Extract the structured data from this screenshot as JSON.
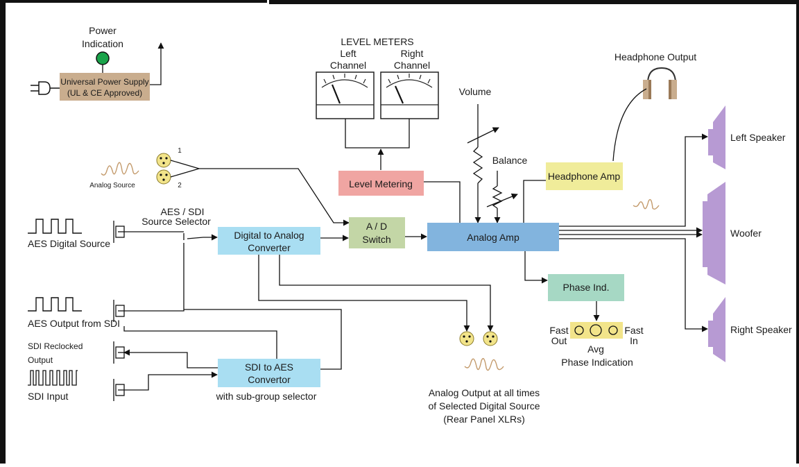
{
  "power": {
    "indication_line1": "Power",
    "indication_line2": "Indication",
    "supply_line1": "Universal Power Supply",
    "supply_line2": "(UL & CE Approved)"
  },
  "meters": {
    "title": "LEVEL METERS",
    "left_line1": "Left",
    "left_line2": "Channel",
    "right_line1": "Right",
    "right_line2": "Channel"
  },
  "controls": {
    "volume": "Volume",
    "balance": "Balance"
  },
  "headphone_output": "Headphone Output",
  "analog_source": {
    "label": "Analog Source",
    "input1": "1",
    "input2": "2"
  },
  "blocks": {
    "level_metering": "Level Metering",
    "headphone_amp": "Headphone Amp",
    "ad_line1": "A / D",
    "ad_line2": "Switch",
    "dac_line1": "Digital to Analog",
    "dac_line2": "Converter",
    "analog_amp": "Analog Amp",
    "phase_ind": "Phase Ind.",
    "sdi_aes_line1": "SDI to AES",
    "sdi_aes_line2": "Convertor"
  },
  "sources": {
    "selector_line1": "AES / SDI",
    "selector_line2": "Source Selector",
    "aes_digital": "AES Digital Source",
    "aes_from_sdi": "AES Output from SDI",
    "sdi_reclocked_line1": "SDI Reclocked",
    "sdi_reclocked_line2": "Output",
    "sdi_input": "SDI Input",
    "subgroup": "with sub-group selector"
  },
  "speakers": {
    "left": "Left Speaker",
    "woofer": "Woofer",
    "right": "Right Speaker"
  },
  "phase": {
    "fast_out_line1": "Fast",
    "fast_out_line2": "Out",
    "fast_in_line1": "Fast",
    "fast_in_line2": "In",
    "avg": "Avg",
    "caption": "Phase Indication"
  },
  "analog_output": {
    "line1": "Analog Output at all times",
    "line2": "of Selected Digital Source",
    "line3": "(Rear Panel XLRs)"
  },
  "colors": {
    "power_supply": "#c9ad8e",
    "power_led": "#1aa34a",
    "level_metering": "#f0a5a2",
    "headphone_amp": "#f0ec9a",
    "ad_switch": "#c3d6a6",
    "dac": "#a9def2",
    "analog_amp": "#82b4de",
    "phase_ind": "#a6d8c4",
    "sdi_aes": "#a9def2",
    "speaker": "#b79ad3",
    "xlr": "#f2e48a",
    "wave": "#c39a6b"
  }
}
